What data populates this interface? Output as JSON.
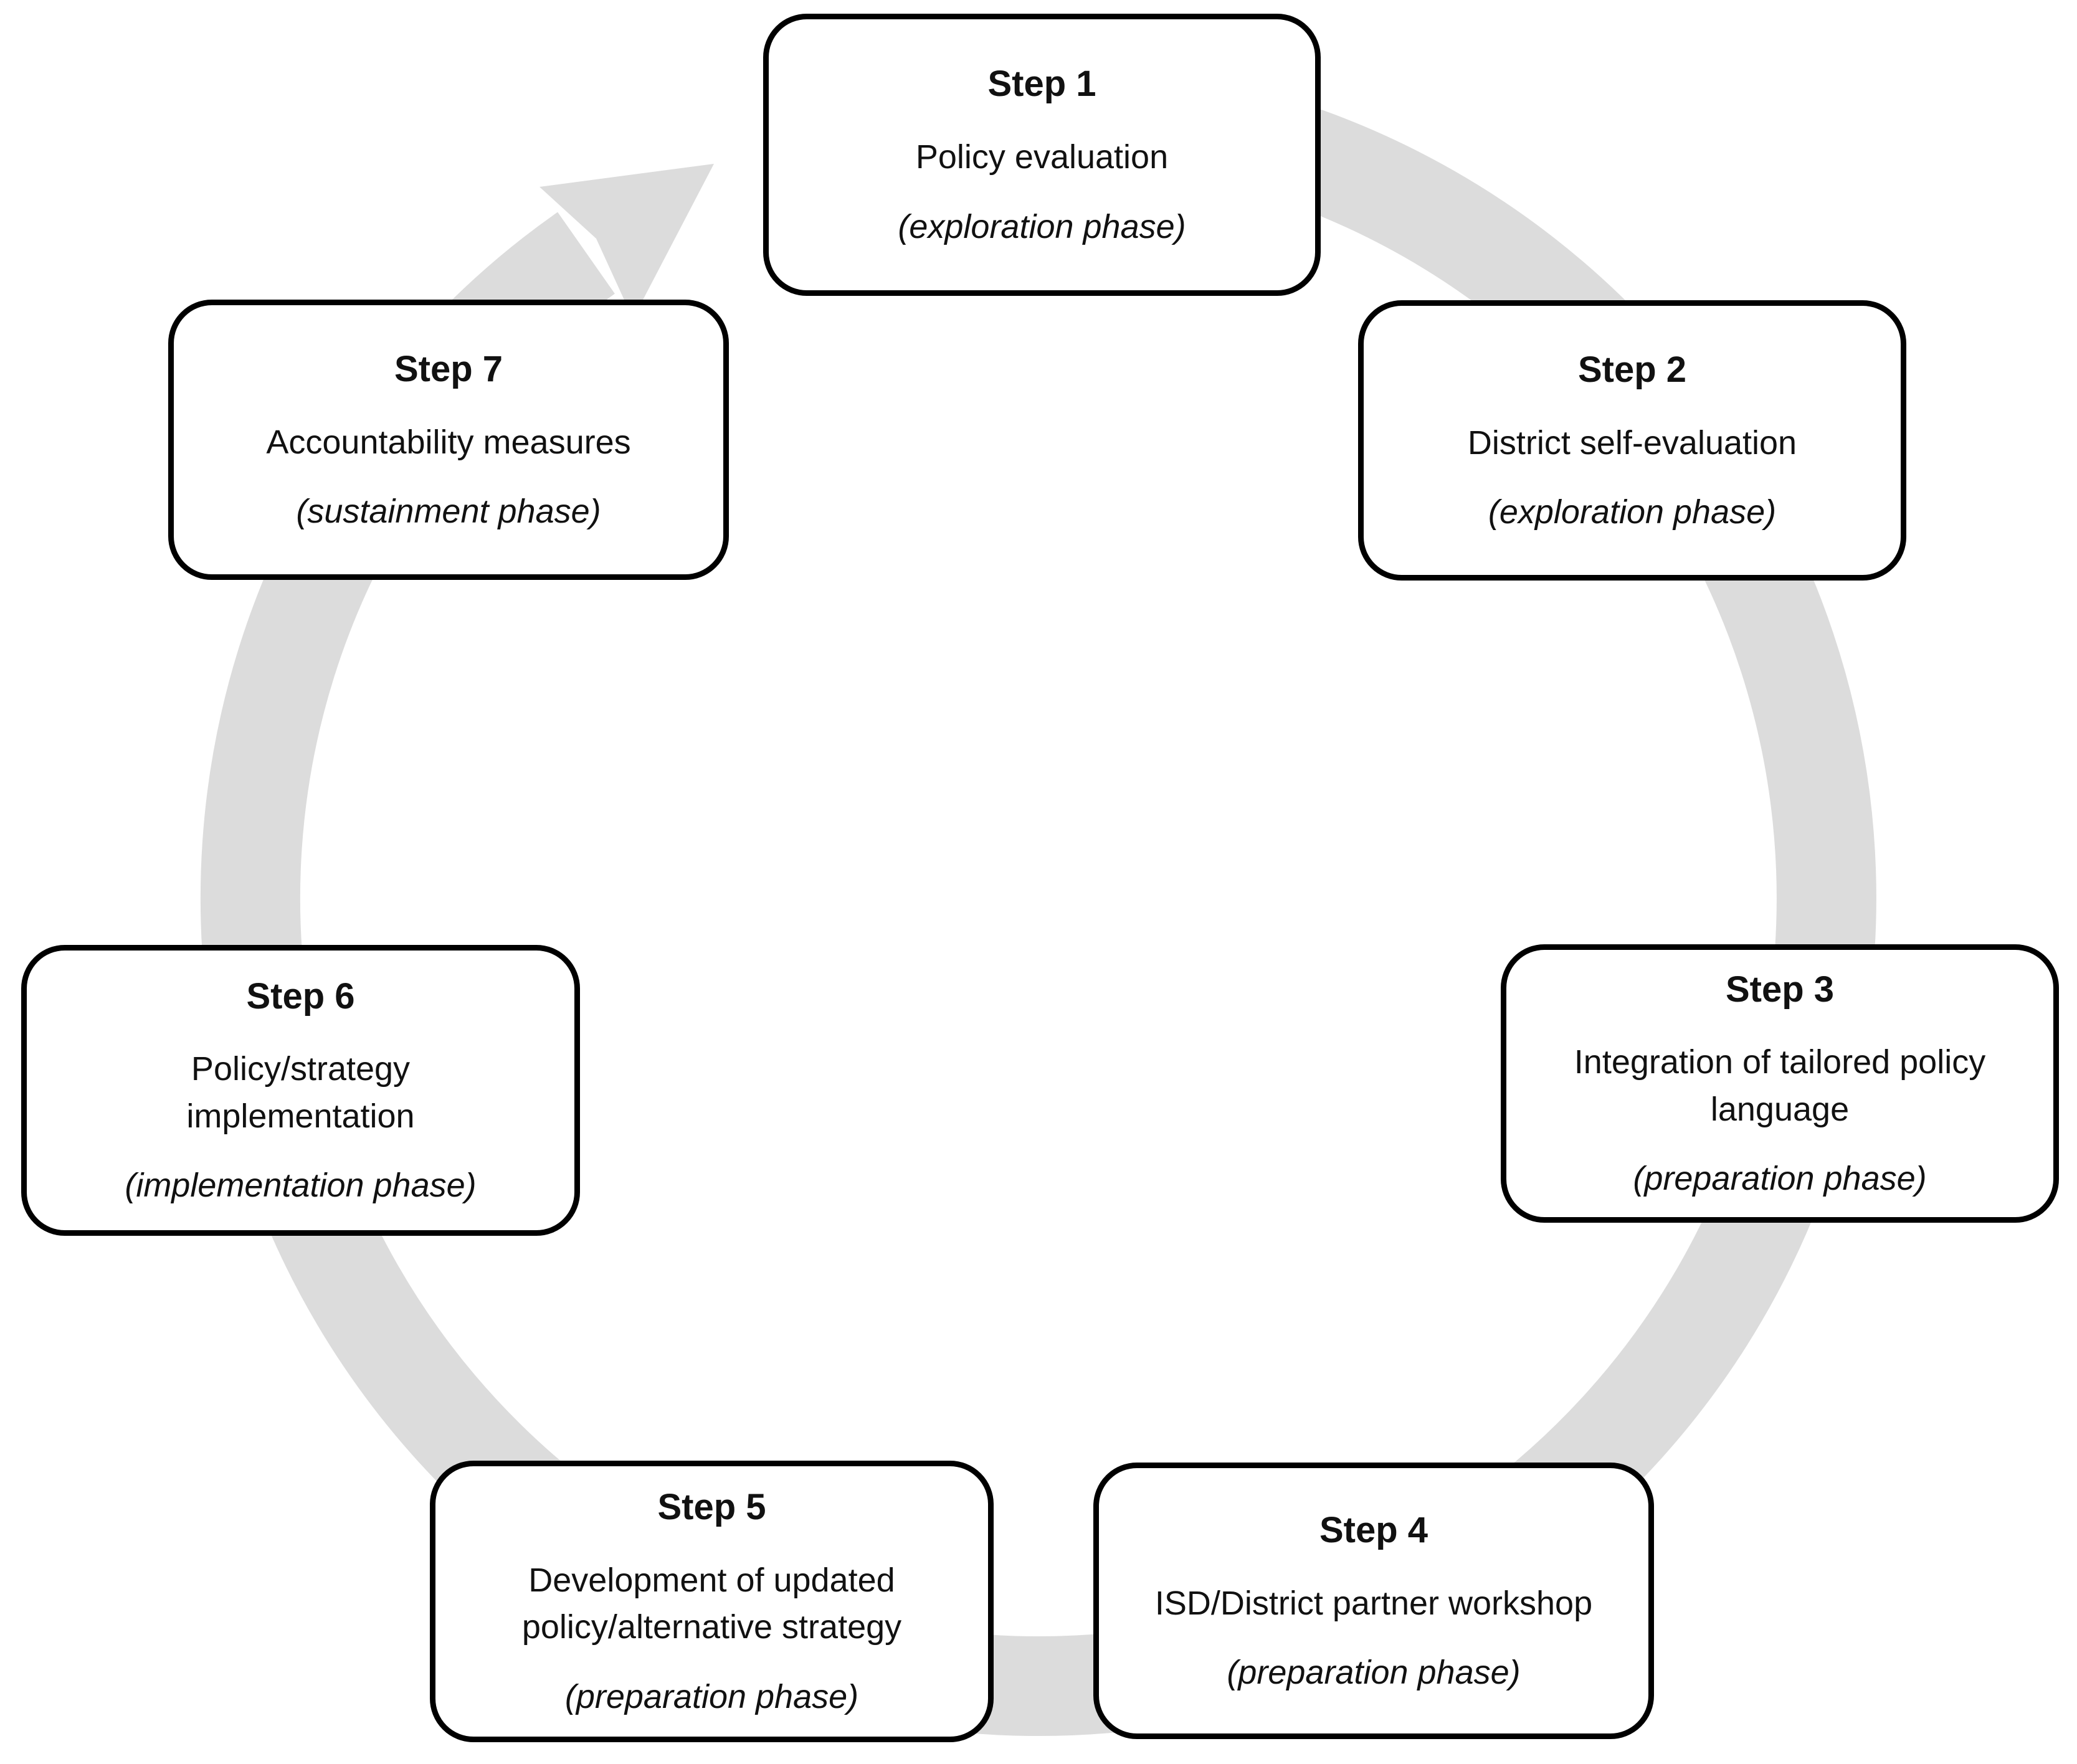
{
  "diagram": {
    "cycle_direction": "clockwise",
    "ring_color": "#dcdcdc",
    "box_border_color": "#000000",
    "box_background": "#ffffff",
    "text_color": "#111111",
    "steps": [
      {
        "label": "Step 1",
        "description": "Policy evaluation",
        "phase": "(exploration phase)"
      },
      {
        "label": "Step 2",
        "description": "District self-evaluation",
        "phase": "(exploration phase)"
      },
      {
        "label": "Step 3",
        "description": "Integration of tailored policy\nlanguage",
        "phase": "(preparation phase)"
      },
      {
        "label": "Step 4",
        "description": "ISD/District partner workshop",
        "phase": "(preparation phase)"
      },
      {
        "label": "Step 5",
        "description": "Development of updated\npolicy/alternative strategy",
        "phase": "(preparation phase)"
      },
      {
        "label": "Step 6",
        "description": "Policy/strategy\nimplementation",
        "phase": "(implementation phase)"
      },
      {
        "label": "Step 7",
        "description": "Accountability measures",
        "phase": "(sustainment phase)"
      }
    ]
  }
}
